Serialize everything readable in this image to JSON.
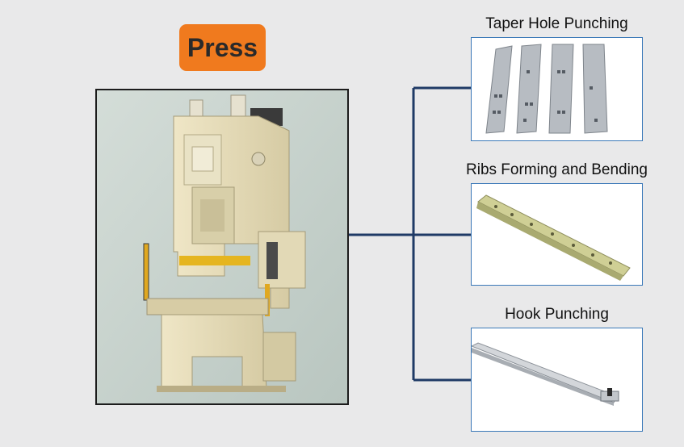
{
  "badge": {
    "label": "Press"
  },
  "main_image": {
    "subject": "press-machine"
  },
  "products": [
    {
      "caption": "Taper Hole Punching",
      "image": "punched-rails"
    },
    {
      "caption": "Ribs Forming and Bending",
      "image": "formed-rail"
    },
    {
      "caption": "Hook Punching",
      "image": "hook-rail"
    }
  ],
  "colors": {
    "badge_bg": "#f07a1e",
    "connector": "#1f3a66",
    "thumb_border": "#3b79b8",
    "background": "#e9e9ea"
  }
}
